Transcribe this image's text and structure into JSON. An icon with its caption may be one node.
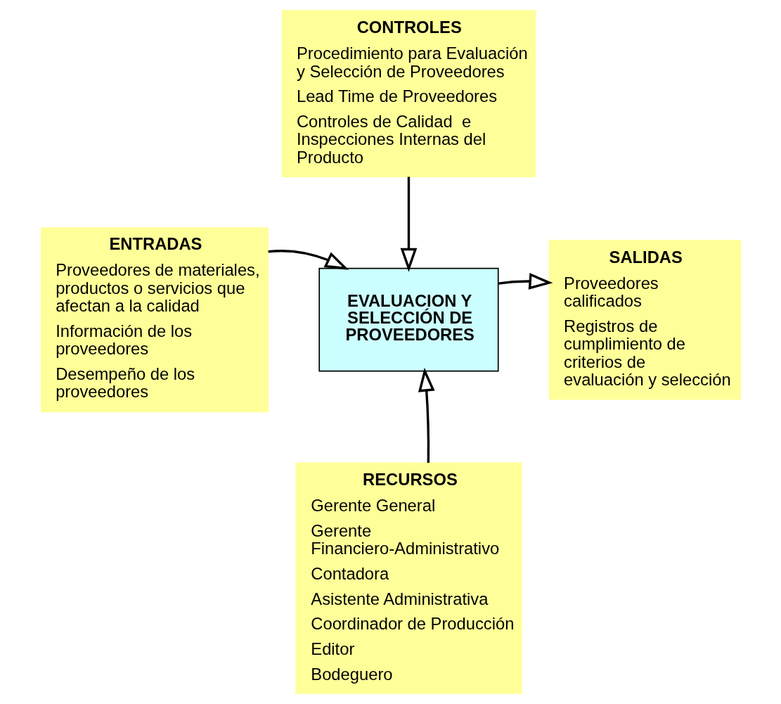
{
  "diagram": {
    "nodes": [
      {
        "text": [
          "CONTROLES",
          "Procedimiento para Evaluación y Selección de Proveedores",
          "Lead Time de Proveedores",
          "Controles de Calidad  e Inspecciones Internas del Producto"
        ]
      },
      {
        "text": [
          "ENTRADAS",
          "Proveedores de materiales, productos o servicios que afectan a la calidad",
          "Información de los proveedores",
          "Desempeño de los proveedores"
        ]
      },
      {
        "text": [
          "EVALUACION Y SELECCIÓN DE PROVEEDORES"
        ]
      },
      {
        "text": [
          "SALIDAS",
          "Proveedores calificados",
          "Registros de cumplimiento de criterios de evaluación y selección"
        ]
      },
      {
        "text": [
          "RECURSOS",
          "Gerente General",
          "Gerente Financiero-Administrativo",
          "Contadora",
          "Asistente Administrativa",
          "Coordinador de Producción",
          "Editor",
          "Bodeguero"
        ]
      }
    ],
    "edges": [
      {
        "from": 0,
        "to": 2,
        "arrow": "to"
      },
      {
        "from": 1,
        "to": 2,
        "arrow": "to"
      },
      {
        "from": 2,
        "to": 3,
        "arrow": "to"
      },
      {
        "from": 4,
        "to": 2,
        "arrow": "to"
      }
    ]
  }
}
